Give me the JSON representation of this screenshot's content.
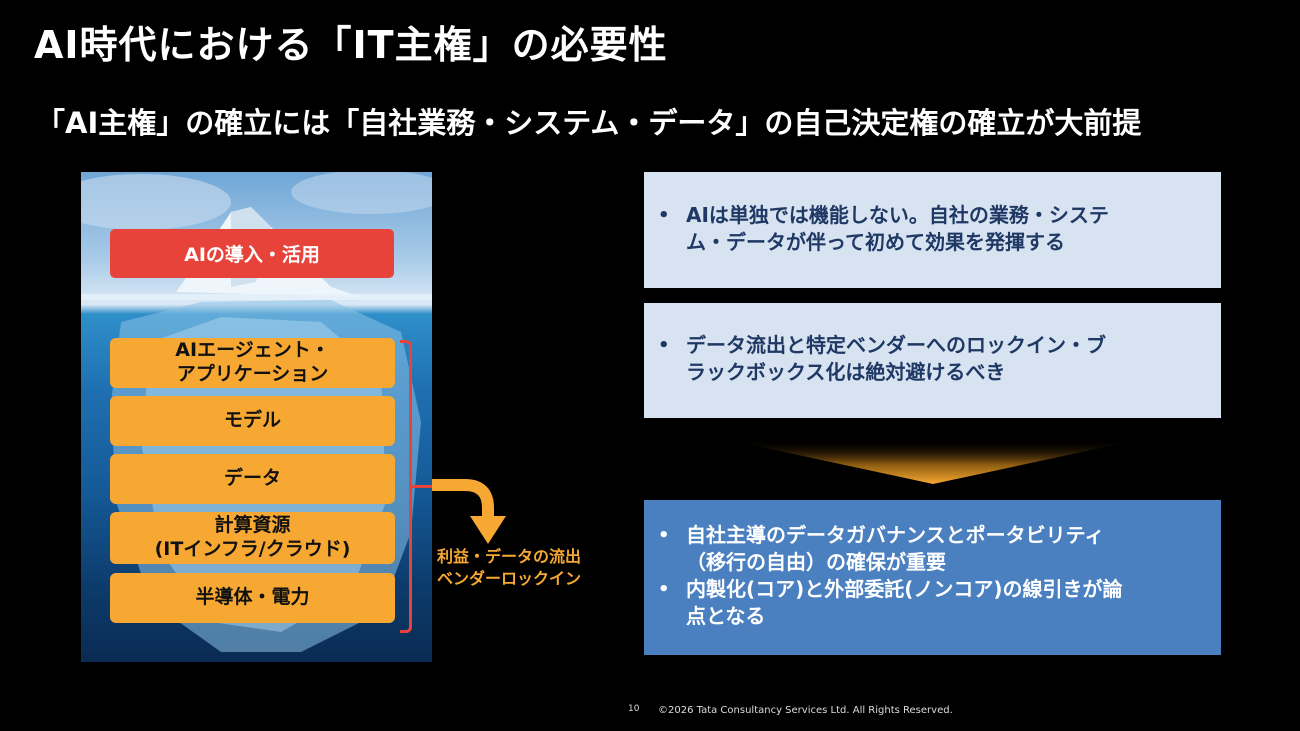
{
  "title": "AI時代における「IT主権」の必要性",
  "subtitle": "「AI主権」の確立には「自社業務・システム・データ」の自己決定権の確立が大前提",
  "iceberg": {
    "top_label": "AIの導入・活用",
    "layers": [
      {
        "line1": "AIエージェント・",
        "line2": "アプリケーション"
      },
      {
        "line1": "モデル",
        "line2": ""
      },
      {
        "line1": "データ",
        "line2": ""
      },
      {
        "line1": "計算資源",
        "line2": "(ITインフラ/クラウド)"
      },
      {
        "line1": "半導体・電力",
        "line2": ""
      }
    ],
    "arrow_label_1": "利益・データの流出",
    "arrow_label_2": "ベンダーロックイン"
  },
  "boxes": [
    {
      "bullets": [
        {
          "line1": "AIは単独では機能しない。自社の業務・システ",
          "line2": "ム・データが伴って初めて効果を発揮する"
        }
      ]
    },
    {
      "bullets": [
        {
          "line1": "データ流出と特定ベンダーへのロックイン・ブ",
          "line2": "ラックボックス化は絶対避けるべき"
        }
      ]
    },
    {
      "bullets": [
        {
          "line1": "自社主導のデータガバナンスとポータビリティ",
          "line2": "（移行の自由）の確保が重要"
        },
        {
          "line1": "内製化(コア)と外部委託(ノンコア)の線引きが論",
          "line2": "点となる"
        }
      ]
    }
  ],
  "bullet_char": "•",
  "footer": {
    "page_number": "10",
    "copyright": "©2026 Tata Consultancy Services Ltd. All Rights Reserved."
  },
  "colors": {
    "accent_red": "#e8433a",
    "accent_orange": "#f7a832",
    "light_box": "#d7e3f1",
    "dark_box": "#4a7fc0"
  }
}
